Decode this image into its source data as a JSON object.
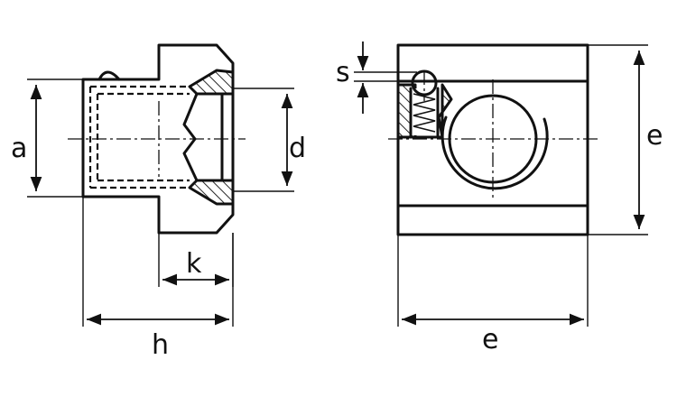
{
  "labels": {
    "a": "a",
    "d": "d",
    "k": "k",
    "h": "h",
    "s": "s",
    "e_height": "e",
    "e_width": "e"
  }
}
